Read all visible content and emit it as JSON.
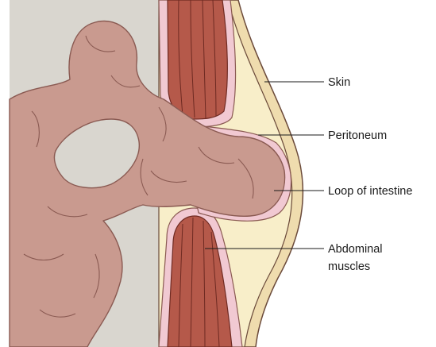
{
  "labels": {
    "skin": "Skin",
    "peritoneum": "Peritoneum",
    "loop_of_intestine": "Loop of intestine",
    "abdominal_muscles_line1": "Abdominal",
    "abdominal_muscles_line2": "muscles"
  },
  "colors": {
    "cavity_background": "#d9d6cf",
    "intestine": "#c99a8f",
    "intestine_outline": "#8a5a52",
    "muscle": "#b5594a",
    "muscle_stripes": "#6e2a22",
    "peritoneum": "#f1c9d2",
    "fat_layer": "#f8eec9",
    "skin": "#efdcae",
    "outline": "#6b4a3a"
  }
}
